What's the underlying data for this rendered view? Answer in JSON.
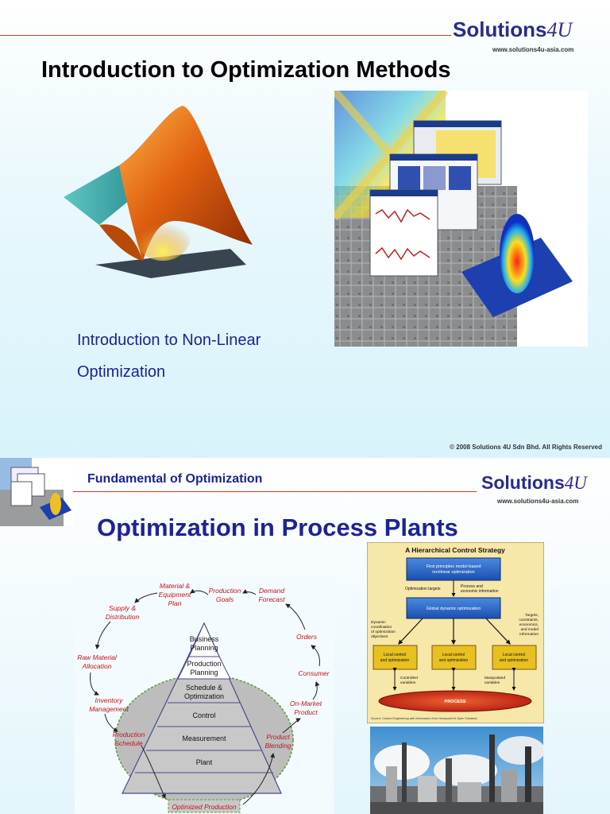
{
  "slide1": {
    "logo_brand": "Solutions",
    "logo_suffix": "4U",
    "logo_url": "www.solutions4u-asia.com",
    "title": "Introduction to Optimization Methods",
    "subtitle_line1": "Introduction to Non-Linear",
    "subtitle_line2": "Optimization",
    "copyright": "© 2008 Solutions 4U Sdn Bhd. All Rights Reserved"
  },
  "slide2": {
    "section_label": "Fundamental of Optimization",
    "logo_brand": "Solutions",
    "logo_suffix": "4U",
    "logo_url": "www.solutions4u-asia.com",
    "title": "Optimization in Process Plants",
    "cycle": {
      "items": [
        "Material & Equipment Plan",
        "Production Goals",
        "Demand Forecast",
        "Orders",
        "Consumer",
        "On-Market Product",
        "Product Blending",
        "Optimized Production",
        "Production Schedule",
        "Inventory Management",
        "Raw Material Allocation",
        "Supply & Distribution"
      ],
      "pyramid_levels": [
        "Business Planning",
        "Production Planning",
        "Schedule & Optimization",
        "Control",
        "Measurement",
        "Plant"
      ]
    },
    "hierarchy": {
      "title": "A Hierarchical Control Strategy",
      "top_box": "First principles model-based nonlinear optimization",
      "label_targets": "Optimization targets",
      "label_process": "Process and economic information",
      "global_box": "Global dynamic optimization",
      "left_note": "Dynamic coordination of optimization objectives",
      "right_note": "Targets, constraints, economics, and model information",
      "local_box": "Local control and optimization",
      "controlled": "Controlled variables",
      "manipulated": "Manipulated variables",
      "process": "PROCESS",
      "source": "Source: Control Engineering with information from Honeywell Hi-Spec Solutions"
    }
  }
}
